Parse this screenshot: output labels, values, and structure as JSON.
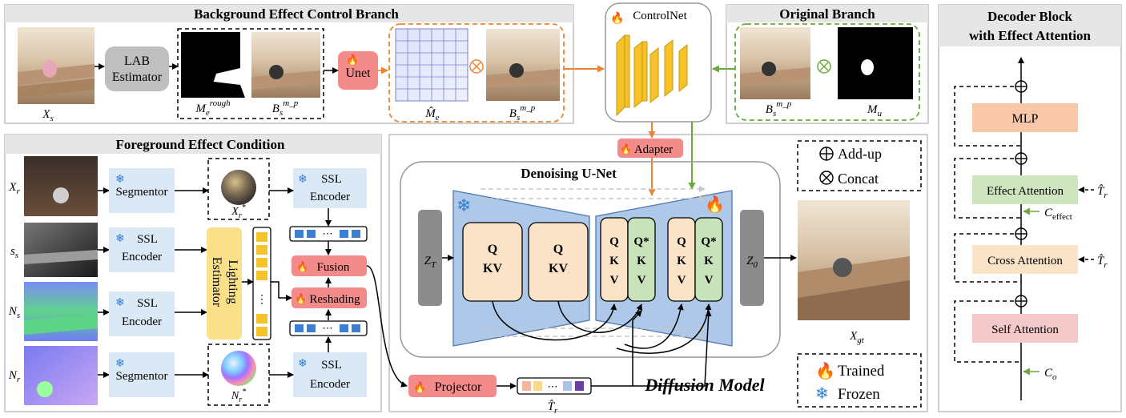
{
  "panels": {
    "background": "Background Effect Control Branch",
    "original": "Original Branch",
    "foreground": "Foreground Effect Condition",
    "decoder_line1": "Decoder Block",
    "decoder_line2": "with Effect Attention",
    "diffusion": "Diffusion Model"
  },
  "background_branch": {
    "lab_line1": "LAB",
    "lab_line2": "Estimator",
    "unet": "Unet",
    "controlnet": "ControlNet",
    "label_xs": "X",
    "label_xs_sub": "s",
    "label_me_rough": "M",
    "label_me_rough_sub": "e",
    "label_me_rough_sup": "rough",
    "label_bs": "B",
    "label_bs_sub": "s",
    "label_bs_sup": "m_p",
    "label_me_hat": "M̂",
    "label_me_hat_sub": "e"
  },
  "original_branch": {
    "label_bs": "B",
    "label_bs_sub": "s",
    "label_bs_sup": "m_p",
    "label_mu": "M",
    "label_mu_sub": "u"
  },
  "foreground": {
    "rows": [
      {
        "name": "X",
        "sub": "r"
      },
      {
        "name": "s",
        "sub": "s"
      },
      {
        "name": "N",
        "sub": "s"
      },
      {
        "name": "N",
        "sub": "r"
      }
    ],
    "segmentor": "Segmentor",
    "ssl": "SSL",
    "encoder": "Encoder",
    "lighting_line1": "Lighting",
    "lighting_line2": "Estimator",
    "fusion": "Fusion",
    "reshading": "Reshading",
    "xr_star": "X",
    "xr_star_sub": "r",
    "nr_star": "N",
    "nr_star_sub": "r",
    "dots": "⋯",
    "vdots": "⋮"
  },
  "unet": {
    "adapter": "Adapter",
    "title": "Denoising U-Net",
    "zt": "Z",
    "zt_sub": "T",
    "z0": "Z",
    "z0_sub": "0",
    "q": "Q",
    "kv": "KV",
    "qstar": "Q*",
    "k": "K",
    "v": "V",
    "projector": "Projector",
    "tr_hat": "T̂",
    "tr_hat_sub": "r",
    "xgt": "X",
    "xgt_sub": "gt"
  },
  "legend": {
    "add": "Add-up",
    "concat": "Concat",
    "trained": "Trained",
    "frozen": "Frozen"
  },
  "decoder": {
    "mlp": "MLP",
    "effect_attention": "Effect Attention",
    "cross_attention": "Cross Attention",
    "self_attention": "Self Attention",
    "c_effect": "C",
    "c_effect_sub": "effect",
    "c_o": "C",
    "c_o_sub": "o",
    "tr_hat": "T̂",
    "tr_hat_sub": "r"
  },
  "colors": {
    "gray_box": "#bfbfbf",
    "unet_red": "#f48b8b",
    "ssl_blue": "#dbe8f5",
    "lighting_yellow": "#fbe08a",
    "controlnet_gold": "#f5c22a",
    "unet_body": "#adc8e8",
    "qkv_peach": "#fbe3c8",
    "qkv_green": "#c8e3b9",
    "mlp_orange": "#f7c7a8",
    "effect_green": "#cfe5bf",
    "cross_peach": "#fbe3c8",
    "self_pink": "#f4c9c9",
    "orange_arrow": "#ee8433",
    "green_arrow": "#6aaa3a"
  }
}
